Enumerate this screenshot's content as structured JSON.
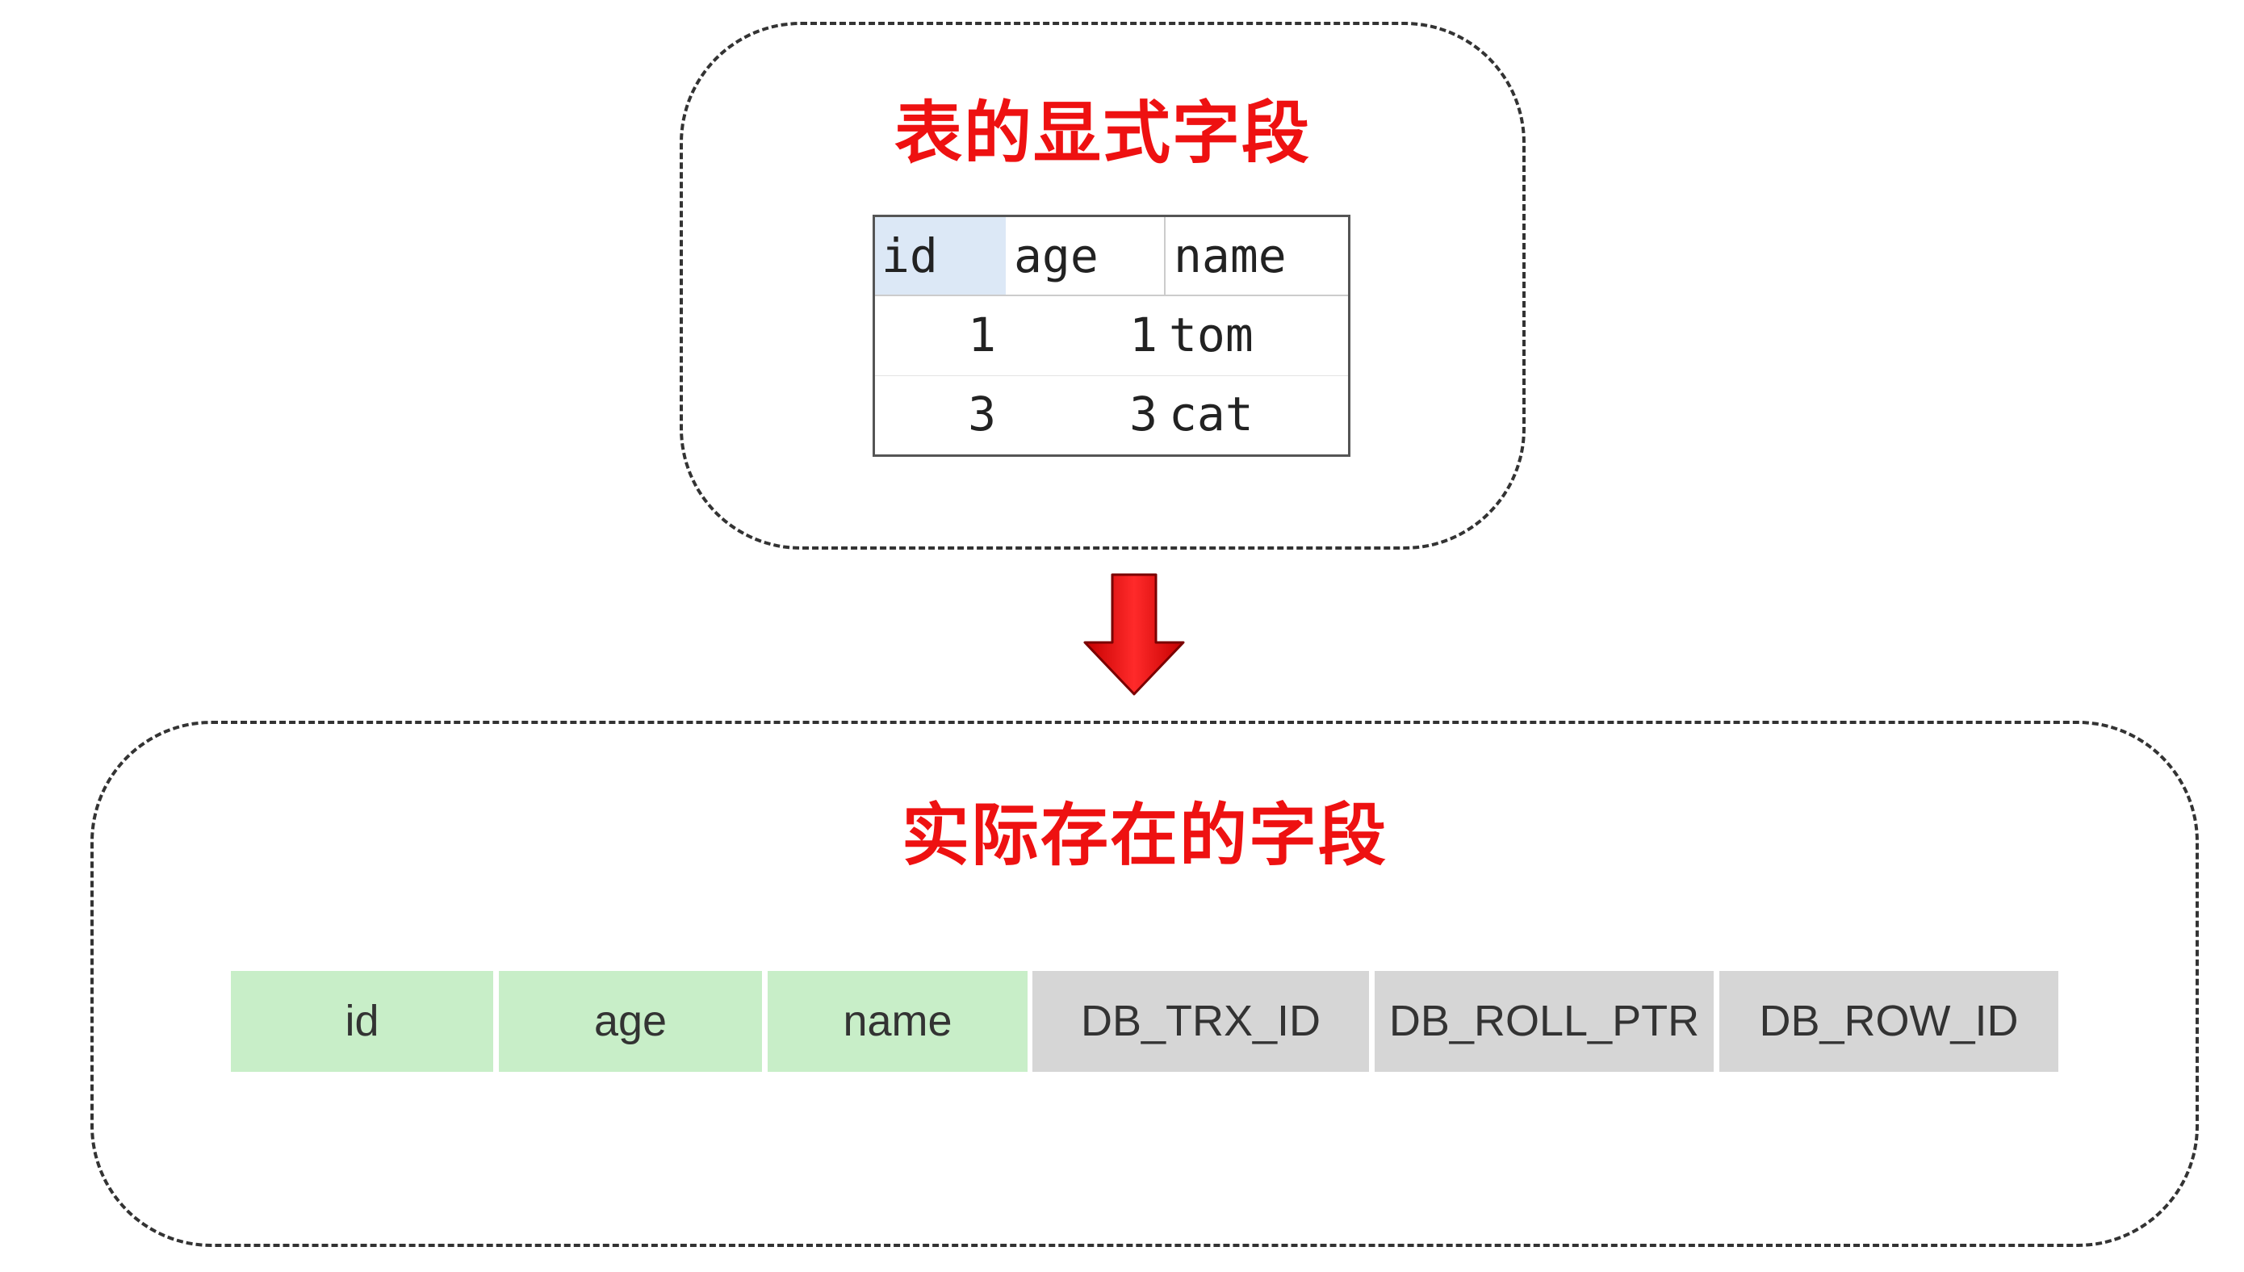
{
  "top_section": {
    "title": "表的显式字段",
    "table": {
      "headers": [
        "id",
        "age",
        "name"
      ],
      "rows": [
        [
          "1",
          "1",
          "tom"
        ],
        [
          "3",
          "3",
          "cat"
        ]
      ]
    }
  },
  "bottom_section": {
    "title": "实际存在的字段",
    "fields": [
      {
        "label": "id",
        "kind": "user"
      },
      {
        "label": "age",
        "kind": "user"
      },
      {
        "label": "name",
        "kind": "user"
      },
      {
        "label": "DB_TRX_ID",
        "kind": "hidden"
      },
      {
        "label": "DB_ROLL_PTR",
        "kind": "hidden"
      },
      {
        "label": "DB_ROW_ID",
        "kind": "hidden"
      }
    ]
  },
  "colors": {
    "title": "#ee1111",
    "arrow": "#ee1111",
    "user_field": "#c8eec8",
    "hidden_field": "#d6d6d6",
    "header_highlight": "#dce8f6"
  },
  "icons": {
    "arrow": "down-arrow-icon"
  }
}
